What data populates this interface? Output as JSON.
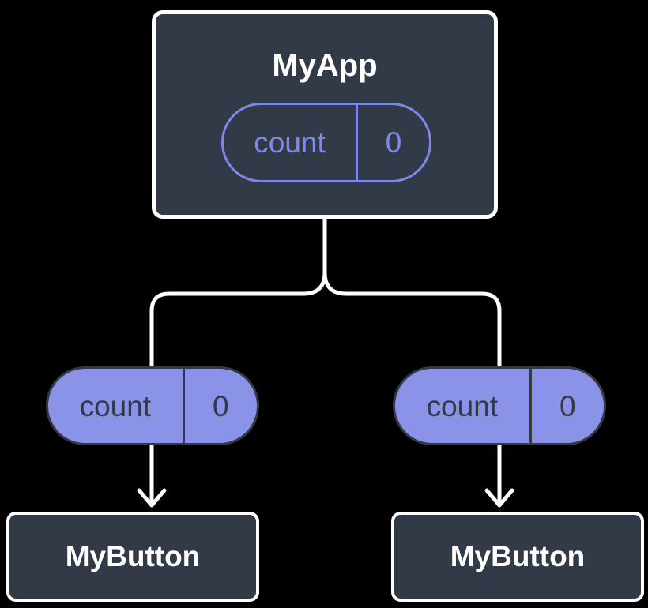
{
  "tree": {
    "root": {
      "name": "MyApp",
      "state": {
        "label": "count",
        "value": "0"
      }
    },
    "edges_props": [
      {
        "label": "count",
        "value": "0"
      },
      {
        "label": "count",
        "value": "0"
      }
    ],
    "children": [
      {
        "name": "MyButton"
      },
      {
        "name": "MyButton"
      }
    ]
  },
  "colors": {
    "background": "#000000",
    "node_bg": "#333A47",
    "node_border": "#FFFFFF",
    "pill_fill": "#8A93E8",
    "pill_outline": "#7C87E6",
    "pill_dark_text": "#333A47",
    "connector": "#FFFFFF",
    "title_text": "#FFFFFF"
  }
}
